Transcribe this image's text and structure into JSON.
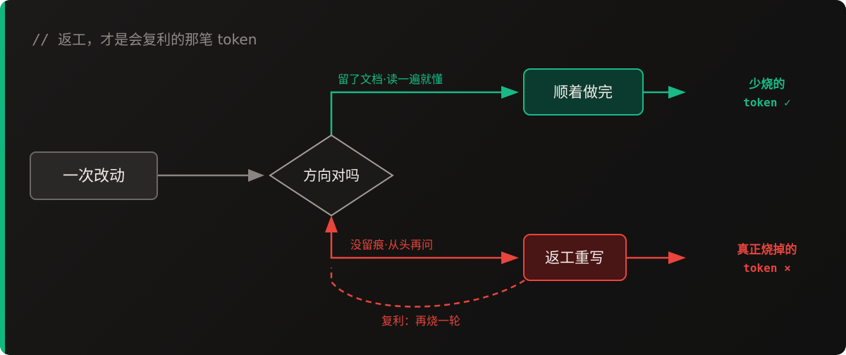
{
  "title": {
    "prefix": "//",
    "text": "返工，才是会复利的那笔 token"
  },
  "nodes": {
    "start": "一次改动",
    "decision": "方向对吗",
    "success": "顺着做完",
    "rework": "返工重写"
  },
  "edges": {
    "yes_label": "留了文档·读一遍就懂",
    "no_label": "没留痕·从头再问",
    "loop_label": "复利：再烧一轮"
  },
  "outcomes": {
    "success_line1": "少烧的",
    "success_line2": "token ✓",
    "rework_line1": "真正烧掉的",
    "rework_line2": "token ×"
  },
  "colors": {
    "green": "#19b987",
    "red": "#e8453c",
    "neutral": "#8a8580",
    "text": "#f0ece7",
    "muted": "#8f8a85"
  }
}
